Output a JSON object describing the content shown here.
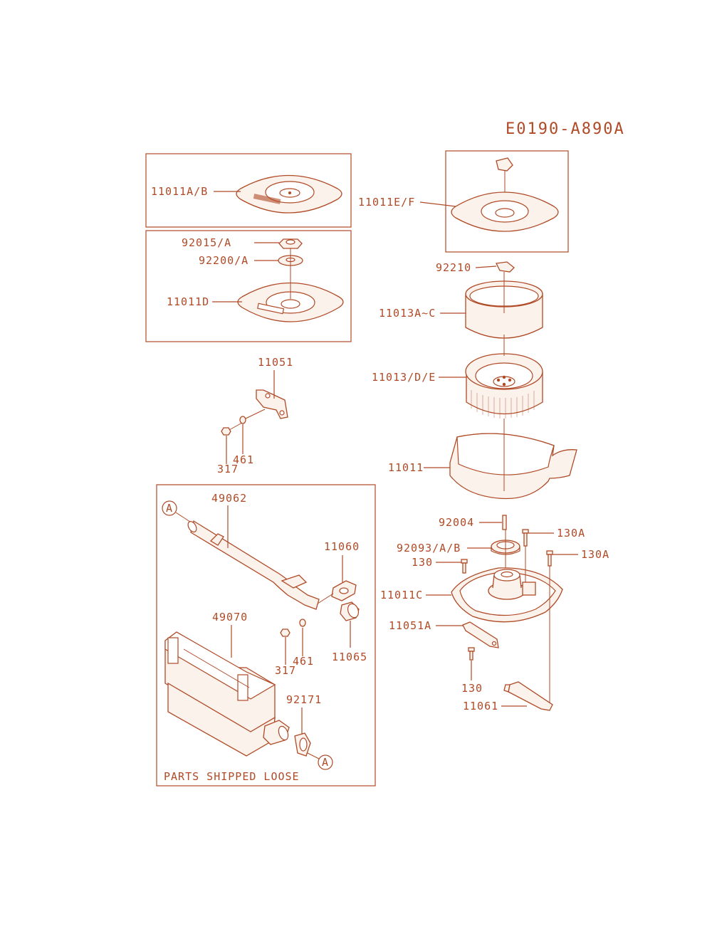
{
  "title": "E0190-A890A",
  "loose_note": "PARTS SHIPPED LOOSE",
  "ref_marker": "A",
  "labels": {
    "p11011AB": "11011A/B",
    "p92015A": "92015/A",
    "p92200A": "92200/A",
    "p11011D": "11011D",
    "p11011EF": "11011E/F",
    "p92210": "92210",
    "p11013AC": "11013A~C",
    "p11013DE": "11013/D/E",
    "p11051": "11051",
    "p461a": "461",
    "p317a": "317",
    "p11011": "11011",
    "p49062": "49062",
    "p11060": "11060",
    "p92004": "92004",
    "p130A1": "130A",
    "p92093AB": "92093/A/B",
    "p130A2": "130A",
    "p130a": "130",
    "p11011C": "11011C",
    "p49070": "49070",
    "p461b": "461",
    "p317b": "317",
    "p11065": "11065",
    "p11051A": "11051A",
    "p92171": "92171",
    "p130b": "130",
    "p11061": "11061"
  },
  "colors": {
    "ink": "#b04a26",
    "paper": "#ffffff"
  }
}
